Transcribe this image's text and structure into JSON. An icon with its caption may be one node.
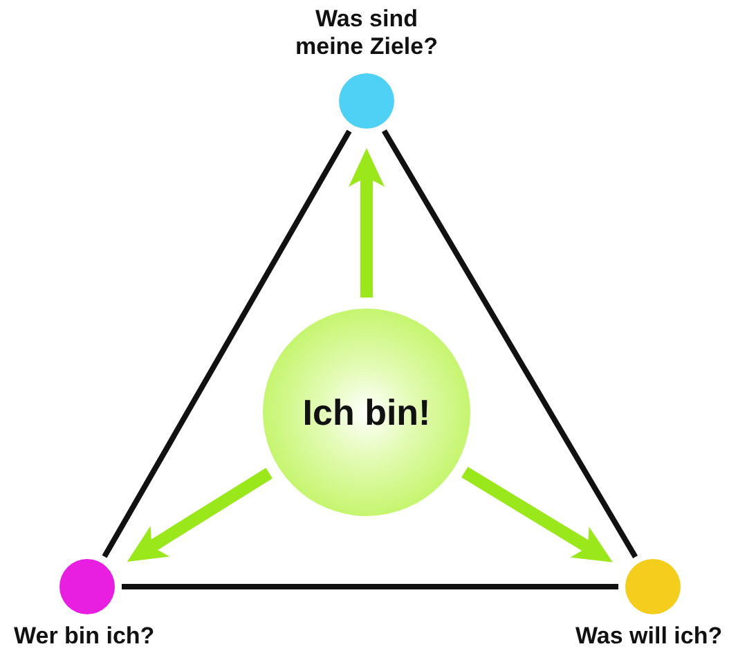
{
  "diagram": {
    "nodes": [
      {
        "text": [
          "Was sind meine Ziele?"
        ]
      },
      {
        "text": [
          "Ich bin!"
        ]
      },
      {
        "text": [
          "Wer bin ich?"
        ]
      },
      {
        "text": [
          "Was will ich?"
        ]
      }
    ],
    "edges": [
      {
        "from": 0,
        "to": 2,
        "arrow": "none"
      },
      {
        "from": 0,
        "to": 3,
        "arrow": "none"
      },
      {
        "from": 2,
        "to": 3,
        "arrow": "none"
      },
      {
        "from": 1,
        "to": 0,
        "arrow": "to",
        "style": "thick",
        "color": "#9ae81c"
      },
      {
        "from": 1,
        "to": 2,
        "arrow": "to",
        "style": "thick",
        "color": "#9ae81c"
      },
      {
        "from": 1,
        "to": 3,
        "arrow": "to",
        "style": "thick",
        "color": "#9ae81c"
      }
    ]
  }
}
